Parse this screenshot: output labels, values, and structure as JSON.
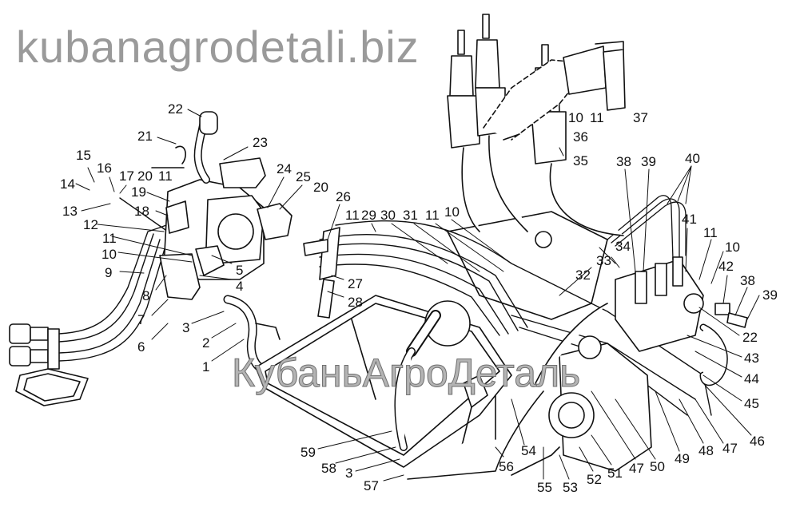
{
  "diagram": {
    "labels": [
      "22",
      "21",
      "23",
      "15",
      "16",
      "17",
      "20",
      "11",
      "14",
      "19",
      "13",
      "18",
      "24",
      "25",
      "20",
      "26",
      "11",
      "29",
      "30",
      "31",
      "11",
      "10",
      "12",
      "11",
      "10",
      "9",
      "5",
      "4",
      "8",
      "27",
      "28",
      "7",
      "3",
      "2",
      "6",
      "1",
      "10",
      "11",
      "37",
      "36",
      "35",
      "38",
      "39",
      "40",
      "41",
      "11",
      "10",
      "42",
      "38",
      "39",
      "34",
      "33",
      "32",
      "22",
      "43",
      "44",
      "45",
      "46",
      "47",
      "48",
      "49",
      "50",
      "47",
      "51",
      "52",
      "53",
      "55",
      "54",
      "56",
      "57",
      "3",
      "58",
      "59"
    ],
    "watermarks": {
      "bottom": "kubanagrodetali.biz",
      "middle": "КубаньАгроДеталь"
    }
  }
}
